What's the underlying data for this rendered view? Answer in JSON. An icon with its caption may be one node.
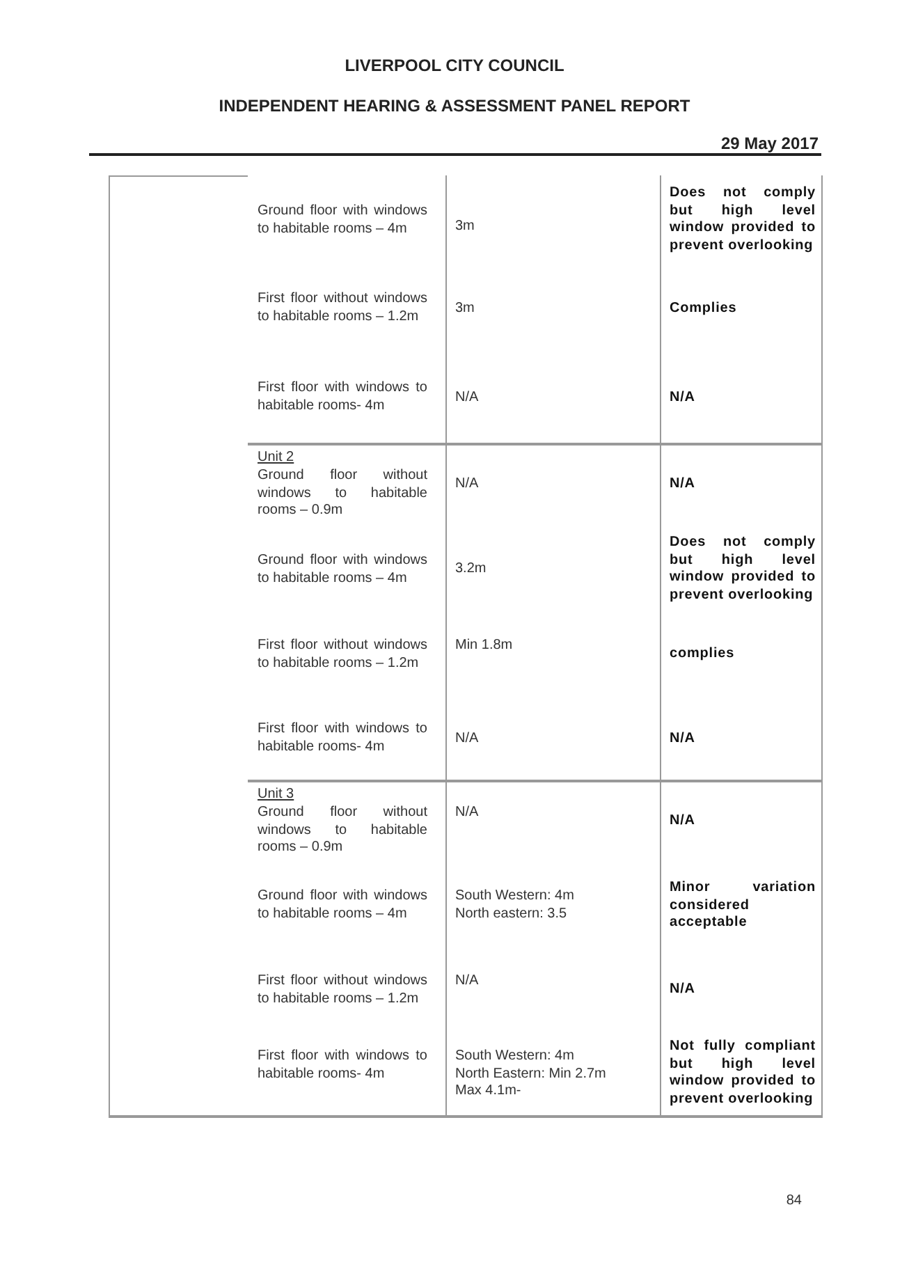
{
  "diagram": {
    "labels": [
      "LIVERPOOL CITY COUNCIL",
      "INDEPENDENT HEARING & ASSESSMENT PANEL REPORT",
      "29 May 2017",
      "Ground floor with windows to habitable rooms – 4m",
      "3m",
      "Does not comply but high level window provided to prevent overlooking",
      "First floor without windows to habitable rooms – 1.2m",
      "3m",
      "Complies",
      "First floor with windows to habitable rooms- 4m",
      "N/A",
      "N/A",
      "Unit 2",
      "Ground floor without windows to habitable rooms – 0.9m",
      "N/A",
      "N/A",
      "Ground floor with windows to habitable rooms – 4m",
      "3.2m",
      "Does not comply but high level window provided to prevent overlooking",
      "First floor without windows to habitable rooms – 1.2m",
      "Min 1.8m",
      "complies",
      "First floor with windows to habitable rooms- 4m",
      "N/A",
      "N/A",
      "Unit 3",
      "Ground floor without windows to habitable rooms – 0.9m",
      "N/A",
      "N/A",
      "Ground floor with windows to habitable rooms – 4m",
      "South Western: 4m North eastern: 3.5",
      "Minor variation considered acceptable",
      "First floor without windows to habitable rooms – 1.2m",
      "N/A",
      "N/A",
      "First floor with windows to habitable rooms- 4m",
      "South Western: 4m North Eastern: Min 2.7m Max 4.1m-",
      "Not fully compliant but high level window provided to prevent overlooking",
      "84"
    ]
  }
}
